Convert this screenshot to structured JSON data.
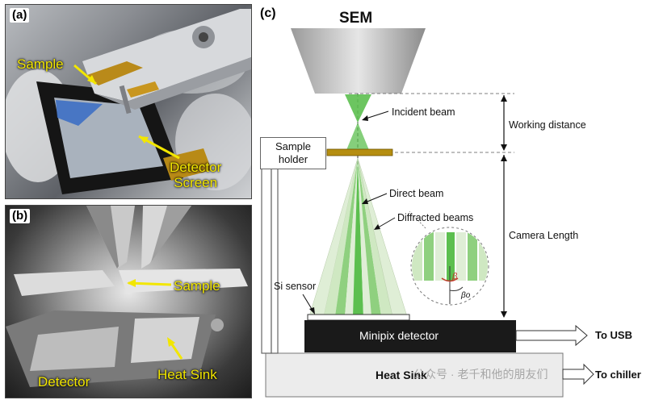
{
  "panel_a": {
    "tag": "(a)",
    "labels": {
      "sample": "Sample",
      "detector_screen": "Detector\nScreen"
    }
  },
  "panel_b": {
    "tag": "(b)",
    "labels": {
      "sample": "Sample",
      "detector": "Detector",
      "heat_sink": "Heat Sink"
    }
  },
  "panel_c": {
    "tag": "(c)",
    "sem": "SEM",
    "incident_beam": "Incident beam",
    "working_distance": "Working distance",
    "sample_holder": "Sample\nholder",
    "direct_beam": "Direct beam",
    "diffracted_beams": "Diffracted beams",
    "camera_length": "Camera Length",
    "si_sensor": "Si sensor",
    "minipix_detector": "Minipix detector",
    "to_usb": "To USB",
    "heat_sink": "Heat Sink",
    "to_chiller": "To chiller",
    "watermark": "公众号 · 老千和他的朋友们",
    "beta": "β",
    "beta_o": "βo"
  },
  "colors": {
    "label_yellow": "#f2e600",
    "beam_green": "#5cbf4f",
    "light_green": "#cfe8c2",
    "detector_black": "#1a1a1a"
  }
}
